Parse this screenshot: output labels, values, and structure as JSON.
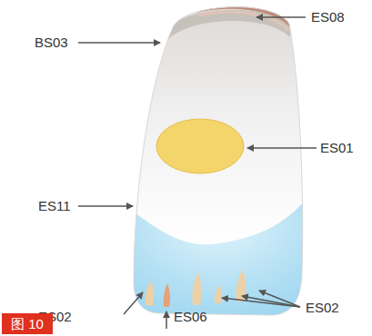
{
  "diagram": {
    "caption": "图 10",
    "labels": [
      "ES08",
      "BS03",
      "ES01",
      "ES11",
      "ES02",
      "ES06",
      "ES02"
    ]
  }
}
